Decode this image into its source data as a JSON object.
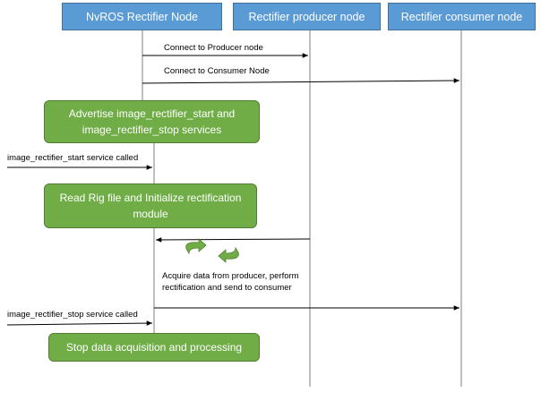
{
  "lanes": {
    "nvros": "NvROS Rectifier Node",
    "producer": "Rectifier producer node",
    "consumer": "Rectifier consumer node"
  },
  "messages": {
    "connect_producer": "Connect to Producer node",
    "connect_consumer": "Connect to Consumer Node",
    "start_called": "image_rectifier_start service called",
    "stop_called": "image_rectifier_stop service called"
  },
  "activities": {
    "advertise_line1": "Advertise image_rectifier_start and",
    "advertise_line2": "image_rectifier_stop services",
    "read_line1": "Read Rig file and Initialize rectification",
    "read_line2": "module",
    "stop": "Stop data acquisition and processing"
  },
  "loop_note": "Acquire data from producer, perform rectification and send to consumer",
  "loop_icon": "cycle-arrows-icon"
}
